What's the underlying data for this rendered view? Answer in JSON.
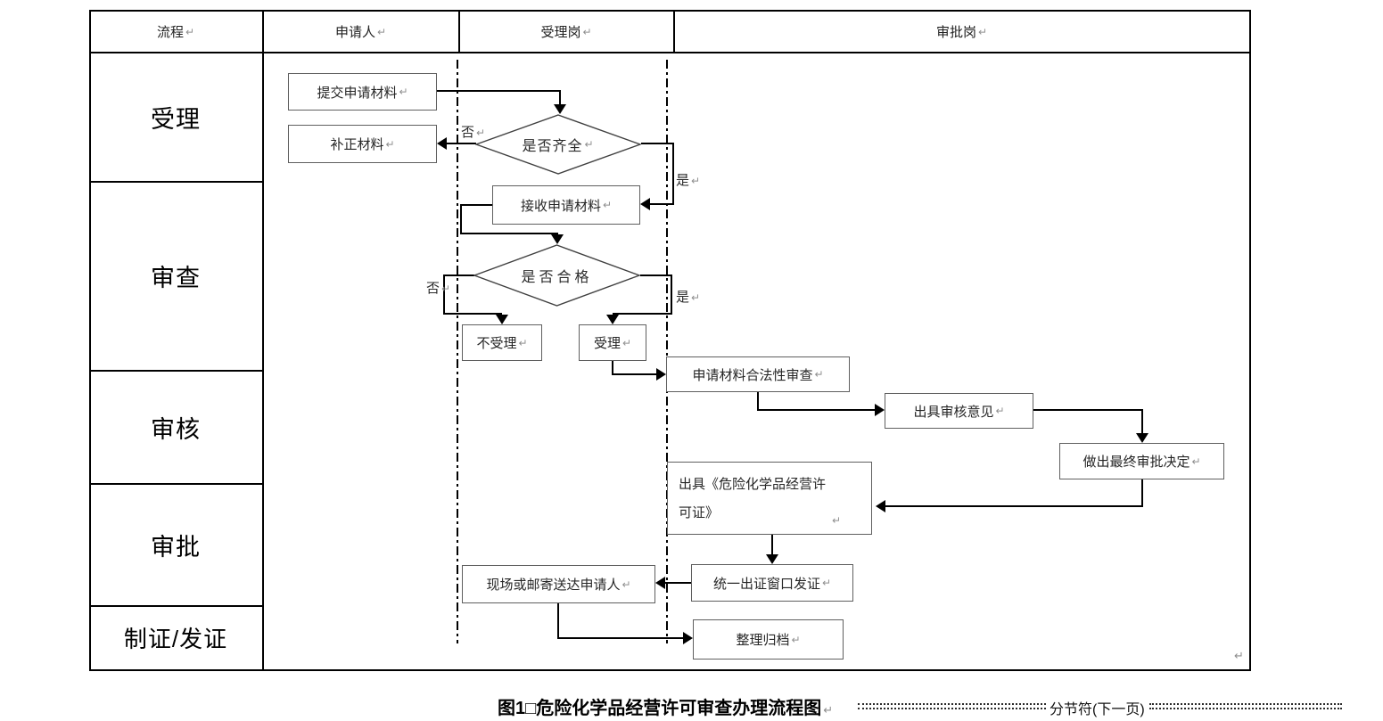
{
  "table": {
    "header": [
      {
        "label": "流程",
        "mark": "↵"
      },
      {
        "label": "申请人",
        "mark": "↵"
      },
      {
        "label": "受理岗",
        "mark": "↵"
      },
      {
        "label": "审批岗",
        "mark": "↵"
      }
    ],
    "stages": [
      {
        "label": "受理"
      },
      {
        "label": "审查"
      },
      {
        "label": "审核"
      },
      {
        "label": "审批"
      },
      {
        "label": "制证/发证"
      }
    ],
    "cell_paragraph_mark": "↵"
  },
  "flow": {
    "nodes": {
      "submit": {
        "text": "提交申请材料",
        "mark": "↵"
      },
      "supplement": {
        "text": "补正材料",
        "mark": "↵"
      },
      "check_complete": {
        "text": "是否齐全",
        "mark": "↵"
      },
      "receive": {
        "text": "接收申请材料",
        "mark": "↵"
      },
      "check_qualified": {
        "text": "是否合格",
        "mark": ""
      },
      "not_accept": {
        "text": "不受理",
        "mark": "↵"
      },
      "accept": {
        "text": "受理",
        "mark": "↵"
      },
      "legality_review": {
        "text": "申请材料合法性审查",
        "mark": "↵"
      },
      "review_opinion": {
        "text": "出具审核意见",
        "mark": "↵"
      },
      "final_decision": {
        "text": "做出最终审批决定",
        "mark": "↵"
      },
      "issue_license": {
        "text": "出具《危险化学品经营许可证》",
        "mark": "↵"
      },
      "issue_window": {
        "text": "统一出证窗口发证",
        "mark": "↵"
      },
      "deliver": {
        "text": "现场或邮寄送达申请人",
        "mark": "↵"
      },
      "archive": {
        "text": "整理归档",
        "mark": "↵"
      }
    },
    "edge_labels": {
      "no1": {
        "text": "否",
        "mark": "↵"
      },
      "yes1": {
        "text": "是",
        "mark": "↵"
      },
      "no2": {
        "text": "否",
        "mark": "↵"
      },
      "yes2": {
        "text": "是",
        "mark": "↵"
      }
    }
  },
  "caption": {
    "text": "图1□危险化学品经营许可审查办理流程图",
    "mark": "↵"
  },
  "section_break": {
    "label": "分节符(下一页)"
  },
  "colors": {
    "table_border": "#000000",
    "box_border": "#5f5f5f",
    "connector": "#000000",
    "paragraph_mark": "#8f8f8f"
  }
}
